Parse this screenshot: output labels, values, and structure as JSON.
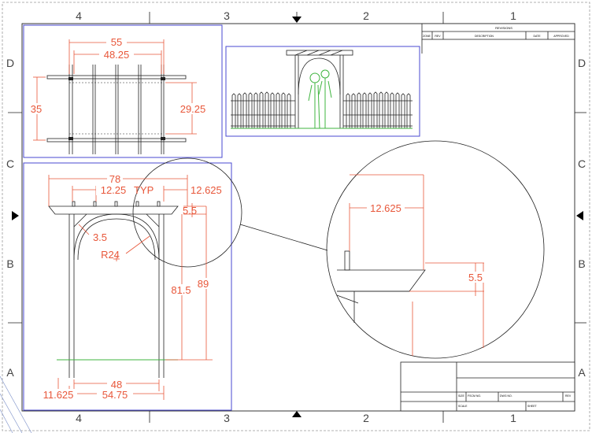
{
  "sheet": {
    "zones_columns": [
      "4",
      "3",
      "2",
      "1"
    ],
    "zones_rows": [
      "D",
      "C",
      "B",
      "A"
    ]
  },
  "revisions": {
    "title": "REVISIONS",
    "headers": [
      "ZONE",
      "REV",
      "DESCRIPTION",
      "DATE",
      "APPROVED"
    ]
  },
  "title_block": {
    "size_label": "SIZE",
    "fscm_label": "FSCM NO.",
    "dwg_label": "DWG NO.",
    "rev_label": "REV",
    "scale_label": "SCALE",
    "sheet_label": "SHEET"
  },
  "top_view": {
    "dim_55": "55",
    "dim_48_25": "48.25",
    "dim_35": "35",
    "dim_29_25": "29.25"
  },
  "front_view": {
    "dim_78": "78",
    "dim_12_25": "12.25",
    "typ": "TYP",
    "dim_12_625": "12.625",
    "dim_5_5": "5.5",
    "dim_3_5": "3.5",
    "dim_r24": "R24",
    "dim_81_5": "81.5",
    "dim_89": "89",
    "dim_48": "48",
    "dim_11_625": "11.625",
    "dim_54_75": "54.75"
  },
  "detail_view": {
    "dim_12_625": "12.625",
    "dim_5_5": "5.5"
  }
}
